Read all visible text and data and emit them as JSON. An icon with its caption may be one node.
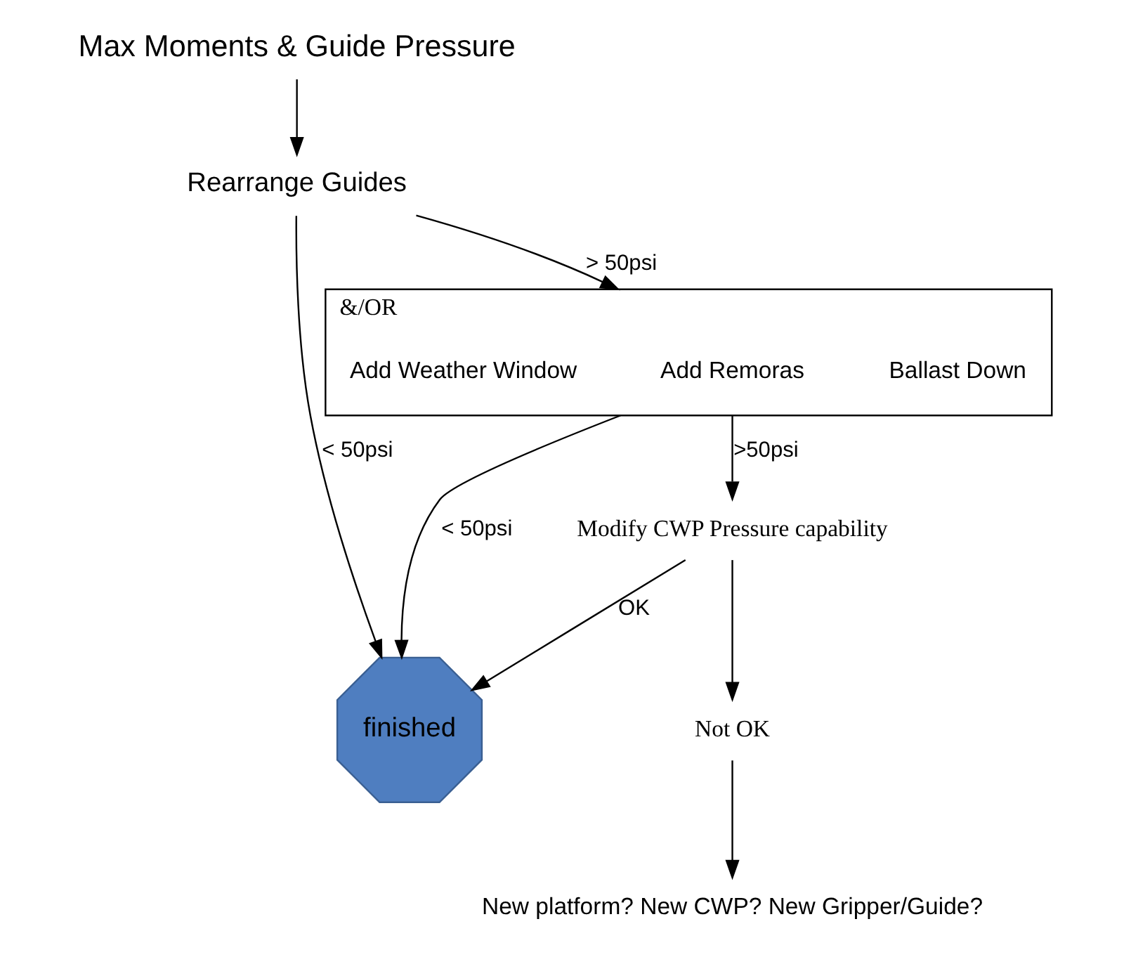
{
  "diagram": {
    "nodes": [
      {
        "text": [
          "Max Moments & Guide Pressure"
        ]
      },
      {
        "text": [
          "Rearrange Guides"
        ]
      },
      {
        "text": [
          "finished"
        ]
      },
      {
        "text": [
          "&/OR"
        ]
      },
      {
        "text": [
          "Ballast Down"
        ],
        "in": 3
      },
      {
        "text": [
          "Add Remoras"
        ],
        "in": 3
      },
      {
        "text": [
          "Add Weather Window"
        ],
        "in": 3
      },
      {
        "text": [
          "Modify CWP Pressure capability"
        ]
      },
      {
        "text": [
          "Not OK"
        ]
      },
      {
        "text": [
          "New platform? New CWP? New Gripper/Guide?"
        ]
      }
    ],
    "edges": [
      {
        "from": 0,
        "to": 1,
        "arrow": "to"
      },
      {
        "from": 1,
        "to": 3,
        "arrow": "to",
        "label": "> 50psi"
      },
      {
        "from": 1,
        "to": 2,
        "arrow": "to",
        "label": "< 50psi"
      },
      {
        "from": 3,
        "to": 2,
        "arrow": "to",
        "label": "< 50psi"
      },
      {
        "from": 3,
        "to": 7,
        "arrow": "to",
        "label": ">50psi"
      },
      {
        "from": 7,
        "to": 2,
        "arrow": "to",
        "label": "OK"
      },
      {
        "from": 7,
        "to": 8,
        "arrow": "to"
      },
      {
        "from": 8,
        "to": 9,
        "arrow": "to"
      }
    ]
  }
}
